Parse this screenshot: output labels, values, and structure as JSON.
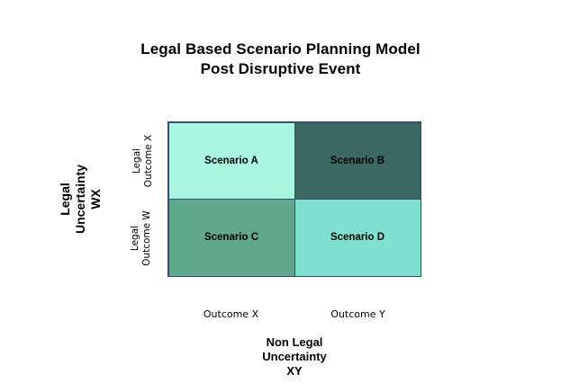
{
  "chart_data": {
    "type": "heatmap",
    "title": "Legal Based Scenario Planning Model Post Disruptive Event",
    "title_lines": [
      "Legal Based Scenario Planning Model",
      "Post Disruptive Event"
    ],
    "xlabel": "Non Legal Uncertainty XY",
    "xlabel_lines": [
      "Non Legal",
      "Uncertainty",
      "XY"
    ],
    "ylabel": "Legal Uncertainty WX",
    "ylabel_lines": [
      "Legal",
      "Uncertainty",
      "WX"
    ],
    "x_categories": [
      "Outcome X",
      "Outcome Y"
    ],
    "y_categories": [
      "Legal Outcome X",
      "Legal Outcome W"
    ],
    "y_category_lines": [
      [
        "Legal",
        "Outcome X"
      ],
      [
        "Legal",
        "Outcome W"
      ]
    ],
    "grid": false,
    "legend": "none",
    "cells": [
      {
        "id": "scenario-a",
        "label": "Scenario A",
        "row": "Legal Outcome X",
        "column": "Outcome X",
        "color": "#aaf7e0"
      },
      {
        "id": "scenario-b",
        "label": "Scenario B",
        "row": "Legal Outcome X",
        "column": "Outcome Y",
        "color": "#3c6863"
      },
      {
        "id": "scenario-c",
        "label": "Scenario C",
        "row": "Legal Outcome W",
        "column": "Outcome X",
        "color": "#5fa88c"
      },
      {
        "id": "scenario-d",
        "label": "Scenario D",
        "row": "Legal Outcome W",
        "column": "Outcome Y",
        "color": "#7ee0ce"
      }
    ],
    "border_color": "#3b4a7a",
    "background_color": "#ffffff",
    "text_color": "#000000"
  }
}
